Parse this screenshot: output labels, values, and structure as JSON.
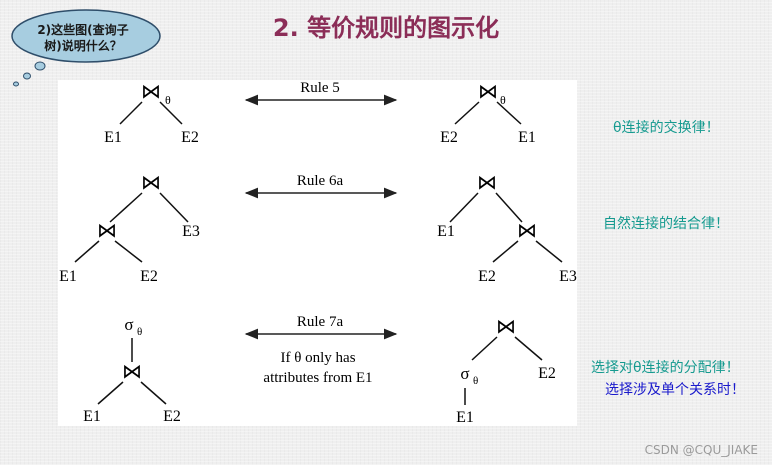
{
  "title": "2. 等价规则的图示化",
  "bubble": {
    "line1": "2)这些图(查询子",
    "line2": "树)说明什么？"
  },
  "symbols": {
    "join": "⋈",
    "theta": "θ",
    "sigma": "σ"
  },
  "relations": {
    "e1": "E1",
    "e2": "E2",
    "e3": "E3"
  },
  "rules": {
    "rule5": "Rule 5",
    "rule6a": "Rule 6a",
    "rule7a": "Rule 7a",
    "rule7a_cond1": "If θ only has",
    "rule7a_cond2": "attributes from E1"
  },
  "notes": {
    "commutative": "θ连接的交换律！",
    "associative": "自然连接的结合律！",
    "distributive": "选择对θ连接的分配律！",
    "single_relation": "选择涉及单个关系时！"
  },
  "note_colors": {
    "teal": "#159a8f",
    "blue": "#1a1acc"
  },
  "watermark": "CSDN @CQU_JIAKE"
}
